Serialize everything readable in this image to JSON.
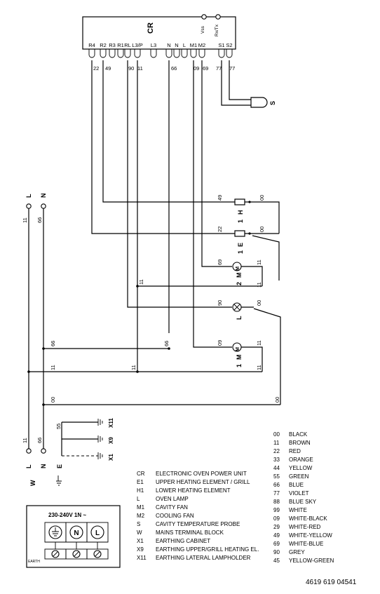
{
  "unit": {
    "name": "CR",
    "terminals": [
      "R4",
      "R2",
      "R3",
      "R1",
      "RL",
      "L3/P",
      "L3",
      "N",
      "N",
      "L",
      "M1",
      "M2",
      "S1",
      "S2"
    ],
    "wires": [
      "22",
      "49",
      "90",
      "11",
      "66",
      "09",
      "69",
      "77",
      "77"
    ],
    "aux_terminals": [
      "Vss",
      "Rx/Tx"
    ]
  },
  "probe": "S",
  "mains_labels": {
    "left_top": "L",
    "right_top": "N",
    "left_bottom": "L",
    "right_bottom": "N",
    "earth": "E"
  },
  "mains_block_label": "W",
  "supply": {
    "voltage": "230-240V 1N ~",
    "earth_tag": "EARTH"
  },
  "components": [
    {
      "code": "H1",
      "name": "H",
      "index": "1",
      "wire_in": "49",
      "wire_out": "00"
    },
    {
      "code": "E1",
      "name": "E",
      "index": "1",
      "wire_in": "22",
      "wire_out": "00"
    },
    {
      "code": "M2",
      "name": "M",
      "index": "2",
      "wire_in": "69",
      "wire_out": "11"
    },
    {
      "code": "L",
      "name": "L",
      "wire_in": "90",
      "wire_out": "00"
    },
    {
      "code": "M1",
      "name": "M",
      "index": "1",
      "wire_in": "09",
      "wire_out": "11"
    }
  ],
  "diagram_wire_labels": {
    "mains_l": "11",
    "mains_n": "66",
    "mains_l_bottom": "11",
    "mains_n_bottom": "66",
    "m2_11": "11",
    "lamp_11": "11",
    "branch_66a": "66",
    "branch_66b": "66",
    "branch_11a": "11",
    "branch_11b": "11",
    "branch_00": "00",
    "earth_55": "55"
  },
  "earth_terminals": [
    "X11",
    "X9",
    "X1"
  ],
  "legend_components": [
    {
      "code": "CR",
      "text": "ELECTRONIC OVEN POWER UNIT"
    },
    {
      "code": "E1",
      "text": "UPPER HEATING ELEMENT / GRILL"
    },
    {
      "code": "H1",
      "text": "LOWER HEATING ELEMENT"
    },
    {
      "code": "L",
      "text": "OVEN LAMP"
    },
    {
      "code": "M1",
      "text": "CAVITY FAN"
    },
    {
      "code": "M2",
      "text": "COOLING FAN"
    },
    {
      "code": "S",
      "text": "CAVITY TEMPERATURE PROBE"
    },
    {
      "code": "W",
      "text": "MAINS TERMINAL BLOCK"
    },
    {
      "code": "X1",
      "text": "EARTHING CABINET"
    },
    {
      "code": "X9",
      "text": "EARTHING UPPER/GRILL HEATING EL."
    },
    {
      "code": "X11",
      "text": "EARTHING LATERAL LAMPHOLDER"
    }
  ],
  "legend_colors": [
    {
      "code": "00",
      "text": "BLACK"
    },
    {
      "code": "11",
      "text": "BROWN"
    },
    {
      "code": "22",
      "text": "RED"
    },
    {
      "code": "33",
      "text": "ORANGE"
    },
    {
      "code": "44",
      "text": "YELLOW"
    },
    {
      "code": "55",
      "text": "GREEN"
    },
    {
      "code": "66",
      "text": "BLUE"
    },
    {
      "code": "77",
      "text": "VIOLET"
    },
    {
      "code": "88",
      "text": "BLUE SKY"
    },
    {
      "code": "99",
      "text": "WHITE"
    },
    {
      "code": "09",
      "text": "WHITE-BLACK"
    },
    {
      "code": "29",
      "text": "WHITE-RED"
    },
    {
      "code": "49",
      "text": "WHITE-YELLOW"
    },
    {
      "code": "69",
      "text": "WHITE-BLUE"
    },
    {
      "code": "90",
      "text": "GREY"
    },
    {
      "code": "45",
      "text": "YELLOW-GREEN"
    }
  ],
  "doc_number": "4619 619 04541"
}
